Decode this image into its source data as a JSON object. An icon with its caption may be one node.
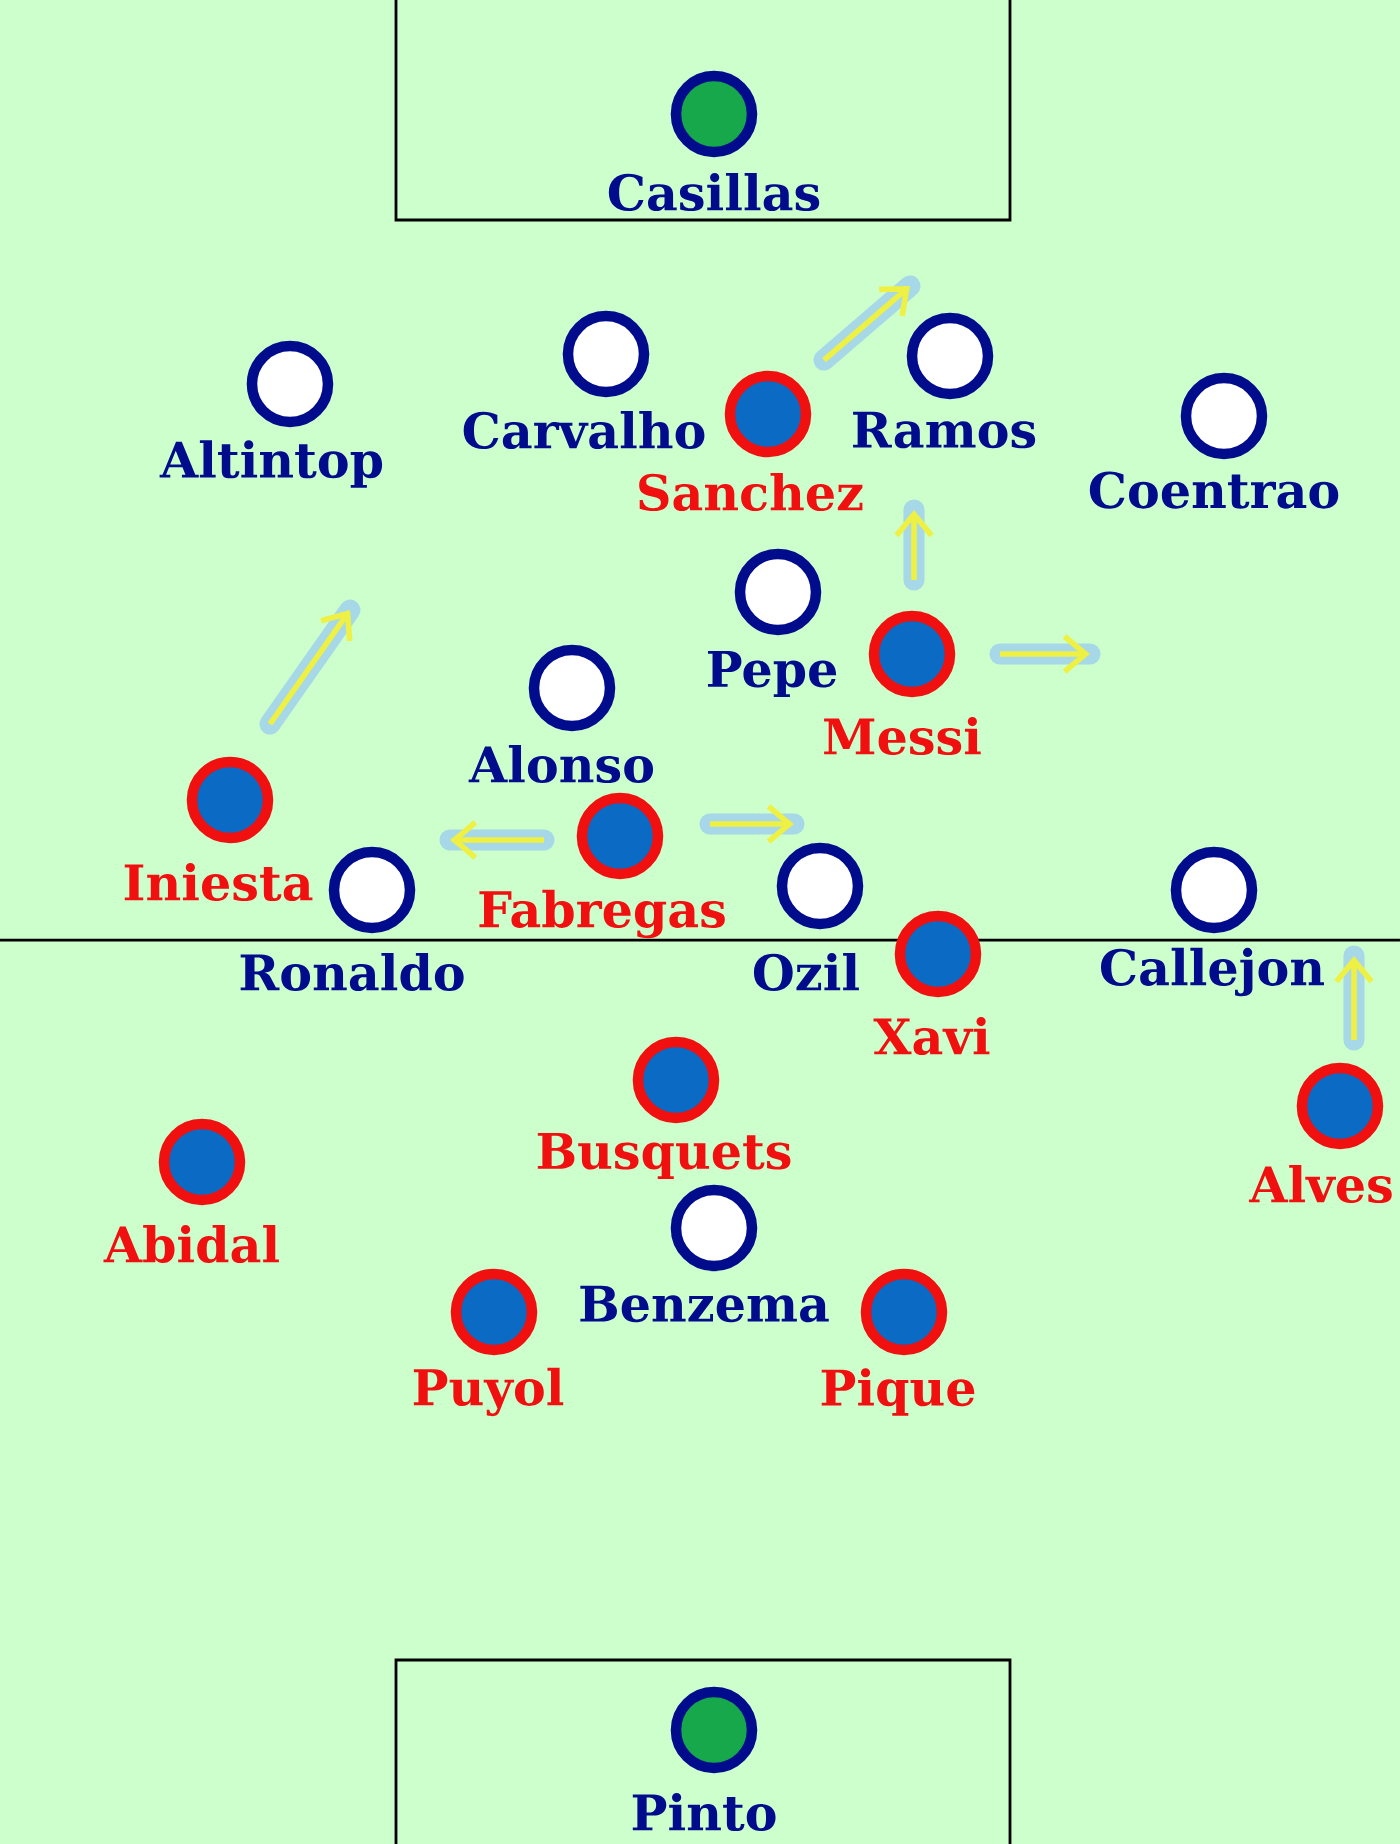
{
  "diagram": {
    "nodes": [
      {
        "text": [
          "Casillas"
        ]
      },
      {
        "text": [
          "Altintop"
        ]
      },
      {
        "text": [
          "Carvalho"
        ]
      },
      {
        "text": [
          "Sanchez"
        ]
      },
      {
        "text": [
          "Ramos"
        ]
      },
      {
        "text": [
          "Coentrao"
        ]
      },
      {
        "text": [
          "Pepe"
        ]
      },
      {
        "text": [
          "Messi"
        ]
      },
      {
        "text": [
          "Alonso"
        ]
      },
      {
        "text": [
          "Iniesta"
        ]
      },
      {
        "text": [
          "Fabregas"
        ]
      },
      {
        "text": [
          "Ronaldo"
        ]
      },
      {
        "text": [
          "Ozil"
        ]
      },
      {
        "text": [
          "Callejon"
        ]
      },
      {
        "text": [
          "Xavi"
        ]
      },
      {
        "text": [
          "Busquets"
        ]
      },
      {
        "text": [
          "Abidal"
        ]
      },
      {
        "text": [
          "Alves"
        ]
      },
      {
        "text": [
          "Benzema"
        ]
      },
      {
        "text": [
          "Puyol"
        ]
      },
      {
        "text": [
          "Pique"
        ]
      },
      {
        "text": [
          "Pinto"
        ]
      }
    ]
  }
}
